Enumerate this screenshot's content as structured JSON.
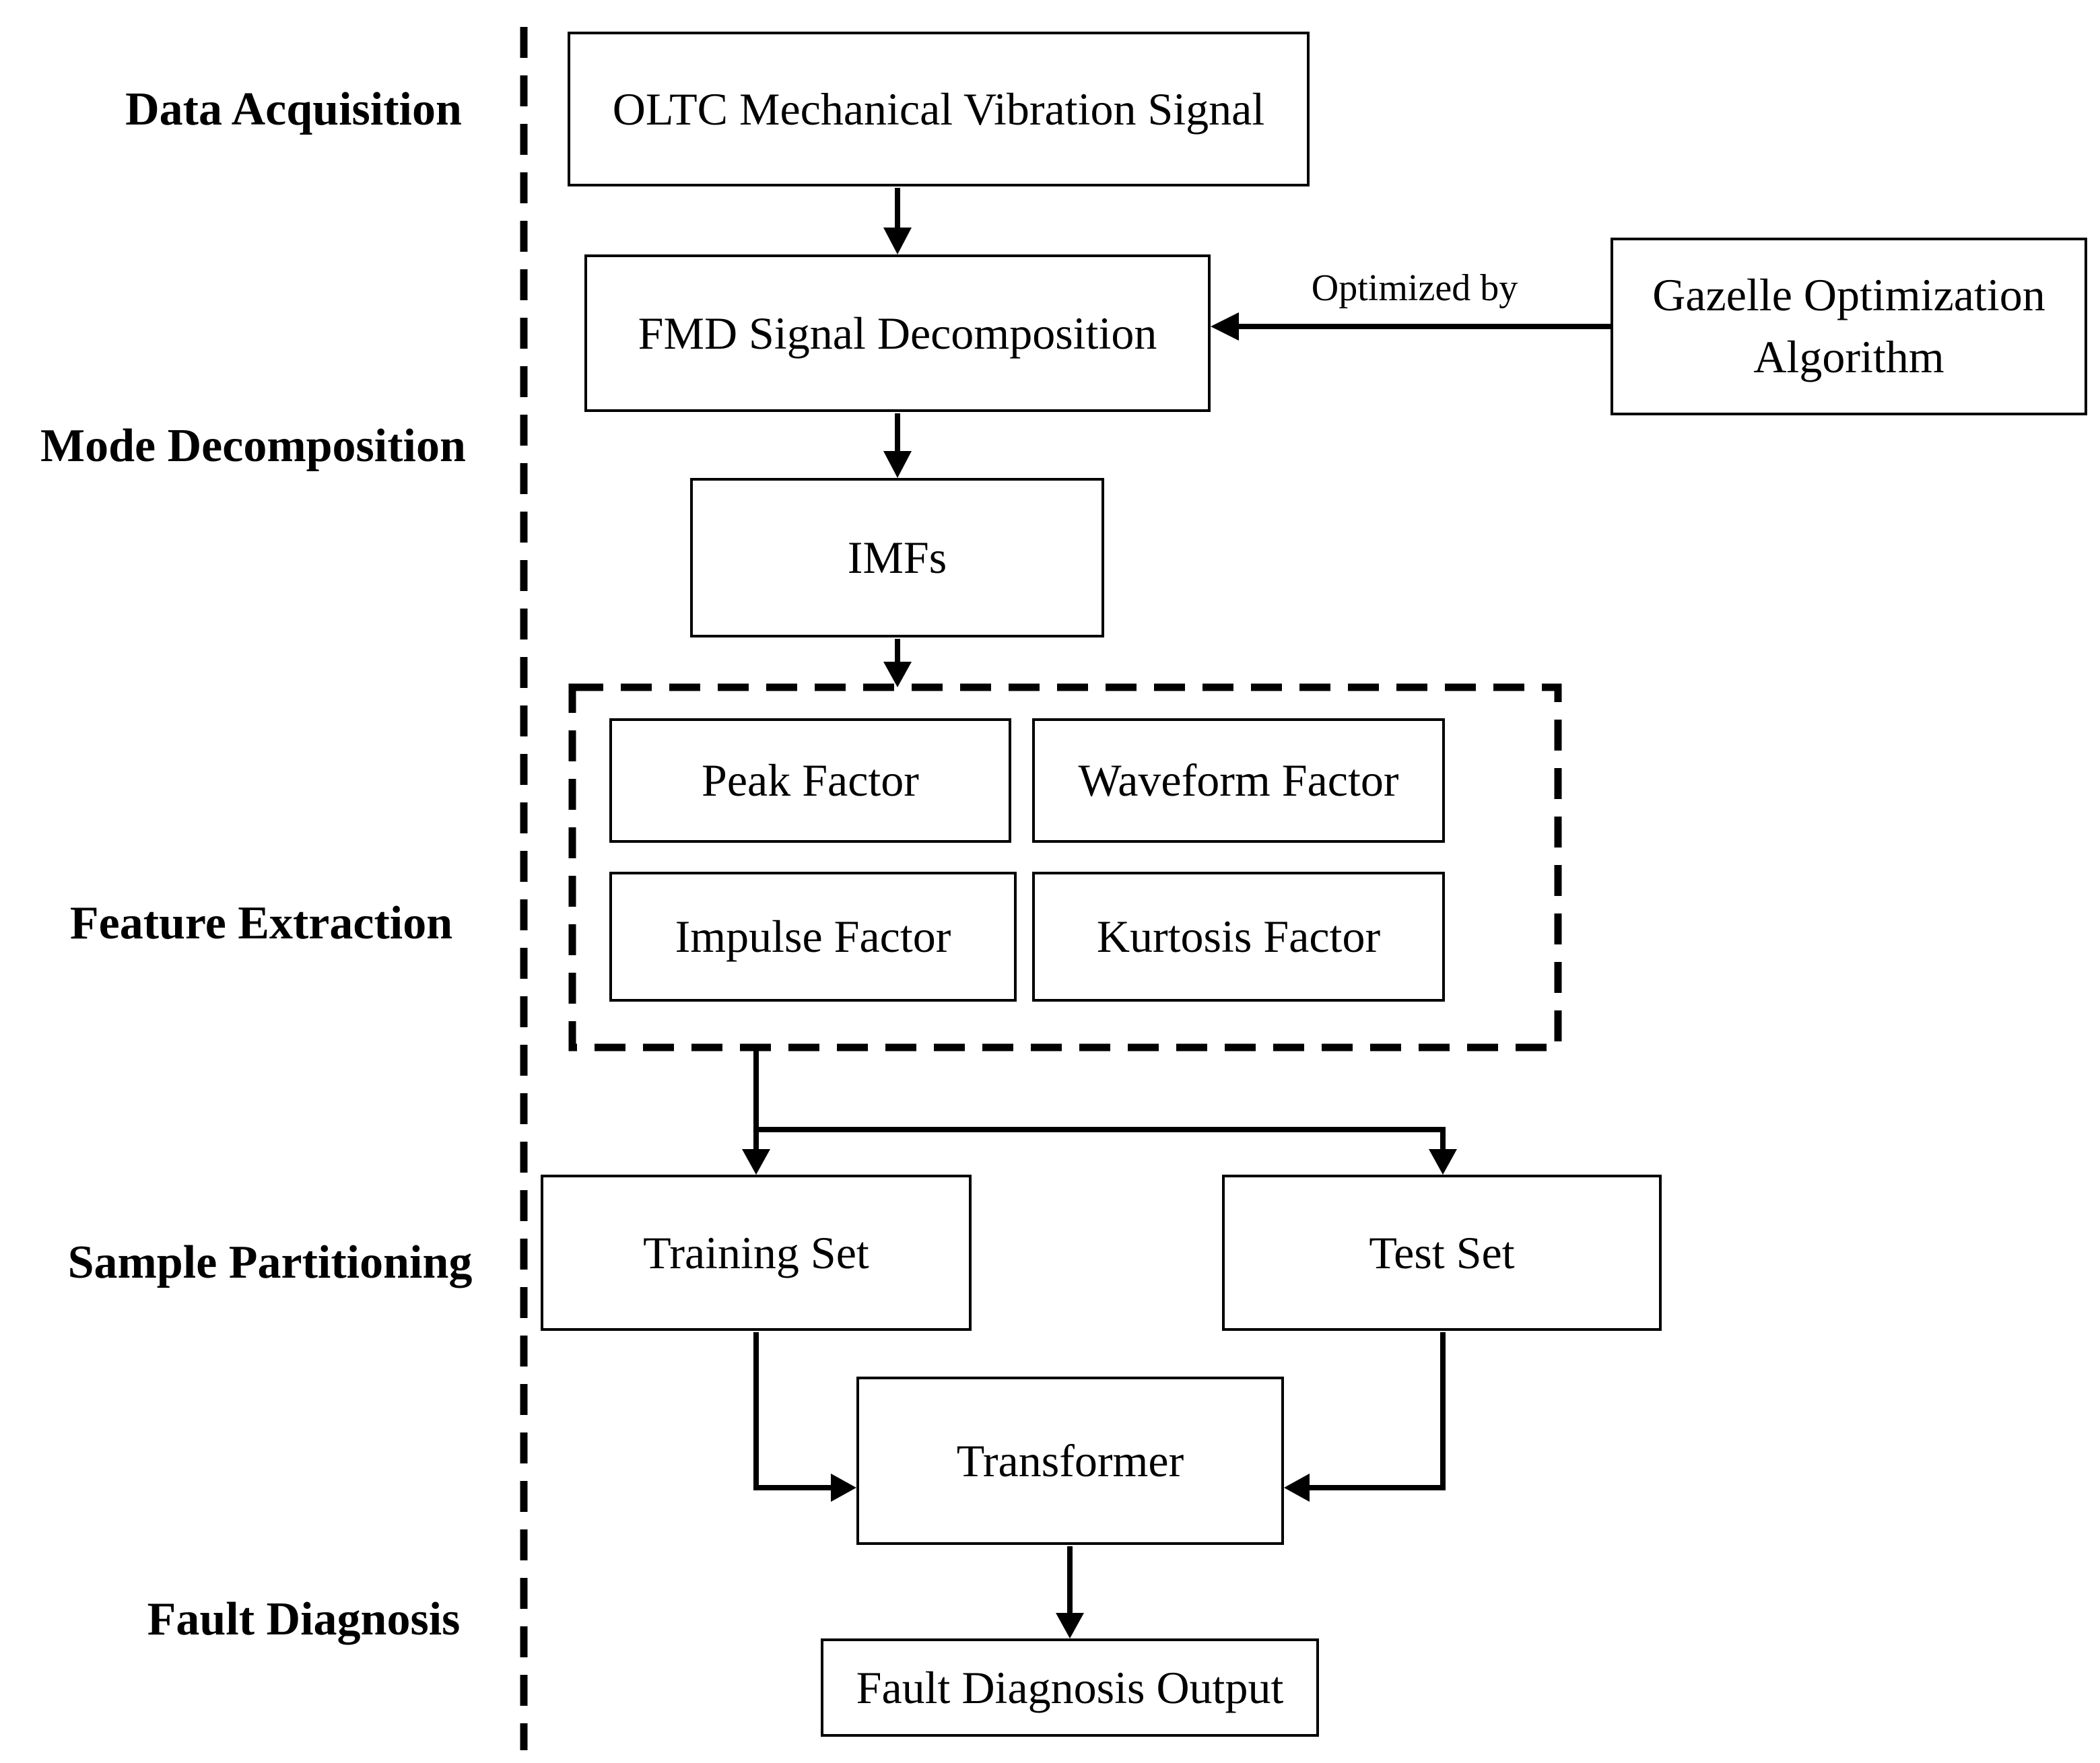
{
  "diagram": {
    "stages": [
      {
        "label": "Data Acquisition"
      },
      {
        "label": "Mode Decomposition"
      },
      {
        "label": "Feature Extraction"
      },
      {
        "label": "Sample Partitioning"
      },
      {
        "label": "Fault Diagnosis"
      }
    ],
    "nodes": {
      "oltc": "OLTC Mechanical Vibration Signal",
      "fmd": "FMD Signal Decomposition",
      "gazelle_line1": "Gazelle Optimization",
      "gazelle_line2": "Algorithm",
      "imfs": "IMFs",
      "peak": "Peak Factor",
      "waveform": "Waveform Factor",
      "impulse": "Impulse Factor",
      "kurtosis": "Kurtosis Factor",
      "training": "Training Set",
      "test": "Test Set",
      "transformer": "Transformer",
      "output": "Fault Diagnosis Output"
    },
    "edge_labels": {
      "optimized_by": "Optimized by"
    },
    "colors": {
      "line": "#000000",
      "background": "#ffffff"
    }
  }
}
